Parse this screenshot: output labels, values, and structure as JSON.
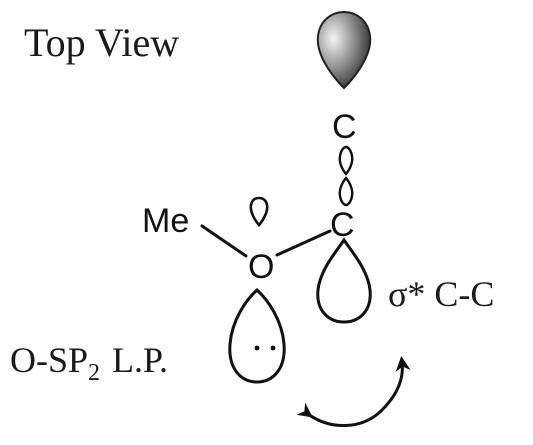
{
  "labels": {
    "view_title": "Top View",
    "carbon_top": "C",
    "carbon_bottom": "C",
    "oxygen": "O",
    "methyl": "Me",
    "sigma_star": "σ* C-C",
    "lone_pair_prefix": "O-SP",
    "lone_pair_subscript": "2",
    "lone_pair_suffix": "L.P."
  }
}
